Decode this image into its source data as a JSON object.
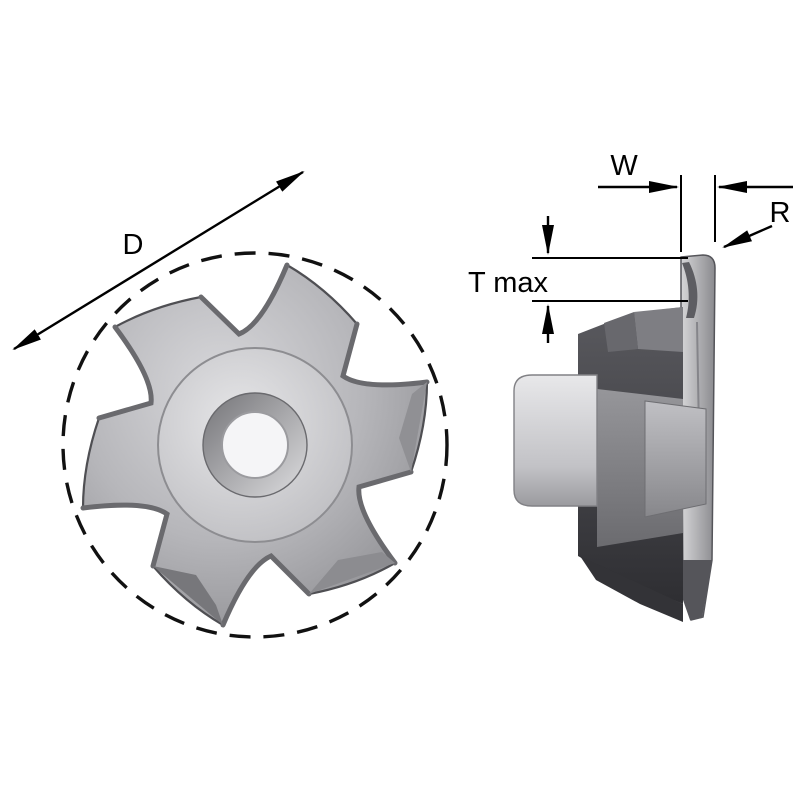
{
  "drawing": {
    "labels": {
      "diameter": "D",
      "width": "W",
      "corner_radius": "R",
      "depth_max": "T max"
    },
    "colors": {
      "line": "#000000",
      "background": "#ffffff",
      "body_light": "#d2d2d5",
      "body_mid": "#a9a9ad",
      "body_dark": "#3a3a3e",
      "hub_light": "#e4e4e6",
      "outline": "#4f4f53"
    }
  }
}
